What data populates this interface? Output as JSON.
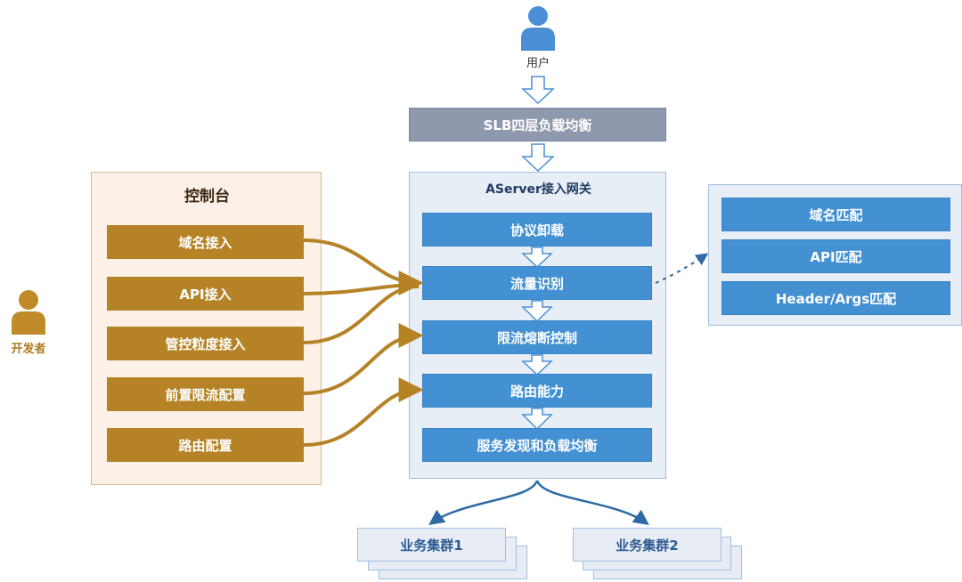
{
  "user": {
    "label": "用户"
  },
  "developer": {
    "label": "开发者"
  },
  "slb": {
    "label": "SLB四层负载均衡"
  },
  "console": {
    "title": "控制台",
    "items": [
      "域名接入",
      "API接入",
      "管控粒度接入",
      "前置限流配置",
      "路由配置"
    ]
  },
  "gateway": {
    "title": "AServer接入网关",
    "steps": [
      "协议卸载",
      "流量识别",
      "限流熔断控制",
      "路由能力",
      "服务发现和负载均衡"
    ]
  },
  "matching": {
    "items": [
      "域名匹配",
      "API匹配",
      "Header/Args匹配"
    ]
  },
  "clusters": [
    "业务集群1",
    "业务集群2"
  ],
  "colors": {
    "gold": "#b58326",
    "blue": "#4390d3",
    "slb_gray": "#8e99ad",
    "arrow_blue": "#2f6aa5",
    "person_blue": "#4a8fd6",
    "person_gold": "#c08a28"
  }
}
